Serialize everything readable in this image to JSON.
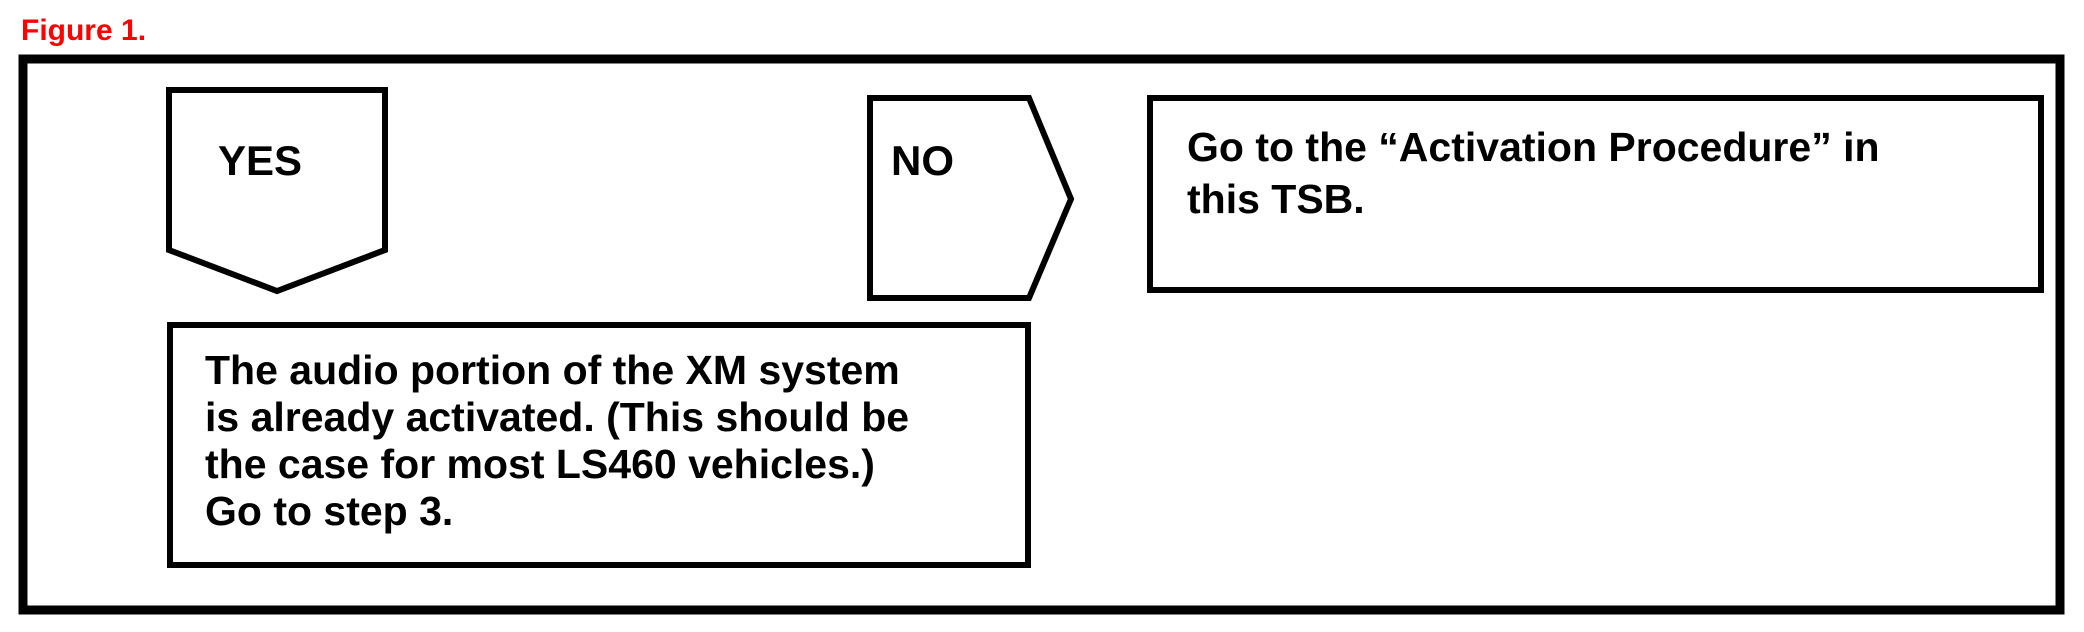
{
  "figure_label": "Figure 1.",
  "colors": {
    "figure_label": "#ff0000",
    "stroke": "#000000",
    "background": "#ffffff"
  },
  "nodes": {
    "yes": {
      "label": "YES"
    },
    "no": {
      "label": "NO"
    },
    "activation": {
      "text": "Go to the “Activation Procedure” in\nthis TSB."
    },
    "activated": {
      "text": "The audio portion of the XM system\nis already activated. (This should be\nthe case for most LS460 vehicles.)\nGo to step 3."
    }
  }
}
